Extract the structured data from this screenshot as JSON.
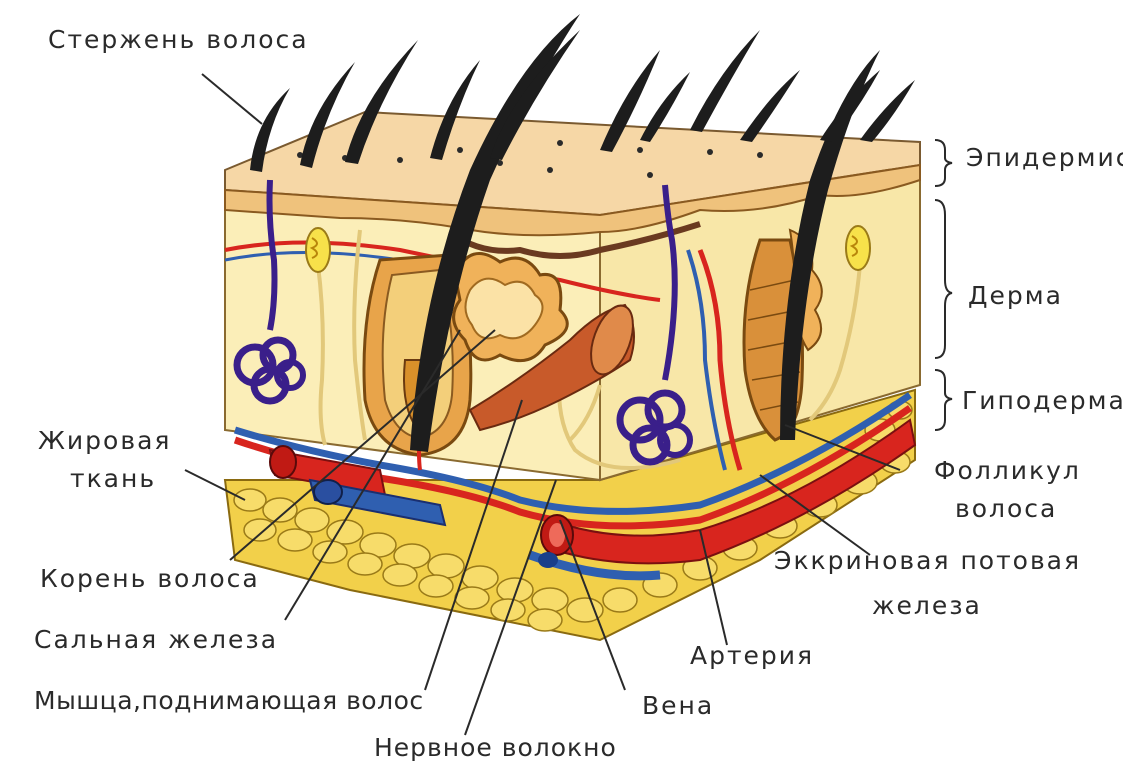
{
  "labels": {
    "hair_shaft": "Стержень волоса",
    "epidermis": "Эпидермис",
    "dermis": "Дерма",
    "hypodermis": "Гиподерма",
    "fat_tissue_1": "Жировая",
    "fat_tissue_2": "ткань",
    "hair_follicle_1": "Фолликул",
    "hair_follicle_2": "волоса",
    "sweat_gland_1": "Эккриновая потовая",
    "sweat_gland_2": "железа",
    "hair_root": "Корень волоса",
    "sebaceous_gland": "Сальная железа",
    "artery": "Артерия",
    "arrector_muscle": "Мышца,поднимающая волос",
    "vein": "Вена",
    "nerve_fiber": "Нервное волокно"
  },
  "colors": {
    "epidermis": "#f3c98c",
    "dermis": "#fbeeb8",
    "hypodermis_fat": "#f2d04a",
    "artery": "#d8251e",
    "vein": "#2f5fb0",
    "sweat_gland": "#3a1f8a",
    "hair": "#1d1d1d",
    "follicle": "#c97a2a",
    "sebaceous_gland": "#f0b25a",
    "muscle": "#c85a2a",
    "nerve": "#e9d58a"
  }
}
